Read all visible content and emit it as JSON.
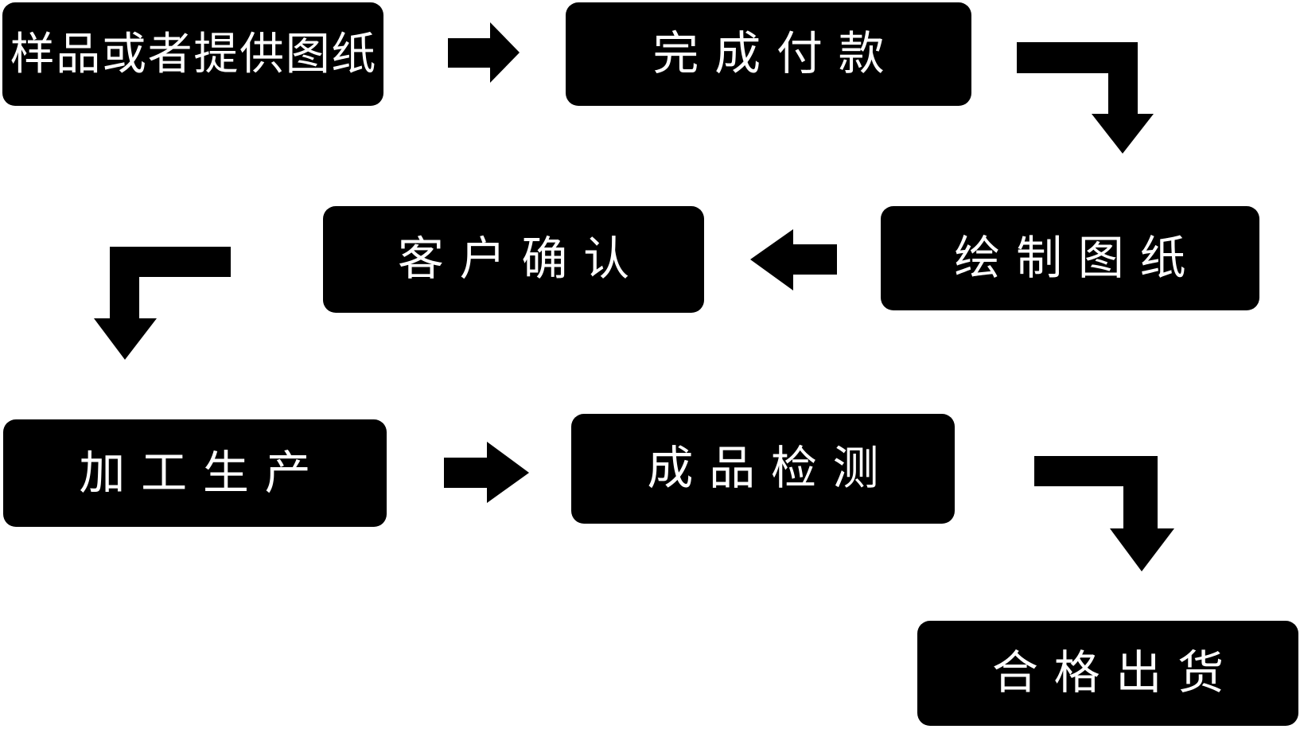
{
  "diagram": {
    "type": "flowchart",
    "background_color": "#ffffff",
    "node_color": "#000000",
    "node_text_color": "#ffffff",
    "arrow_color": "#000000",
    "nodes": [
      {
        "id": "sample-or-provide-drawings",
        "label": "样品或者提供图纸"
      },
      {
        "id": "complete-payment",
        "label": "完成付款"
      },
      {
        "id": "draw-drawings",
        "label": "绘制图纸"
      },
      {
        "id": "customer-confirmation",
        "label": "客户确认"
      },
      {
        "id": "processing-production",
        "label": "加工生产"
      },
      {
        "id": "finished-product-inspection",
        "label": "成品检测"
      },
      {
        "id": "qualified-shipment",
        "label": "合格出货"
      }
    ],
    "connections": [
      {
        "from": "sample-or-provide-drawings",
        "to": "complete-payment",
        "shape": "straight-right"
      },
      {
        "from": "complete-payment",
        "to": "draw-drawings",
        "shape": "elbow-right-down"
      },
      {
        "from": "draw-drawings",
        "to": "customer-confirmation",
        "shape": "straight-left"
      },
      {
        "from": "customer-confirmation",
        "to": "processing-production",
        "shape": "elbow-left-down"
      },
      {
        "from": "processing-production",
        "to": "finished-product-inspection",
        "shape": "straight-right"
      },
      {
        "from": "finished-product-inspection",
        "to": "qualified-shipment",
        "shape": "elbow-right-down"
      }
    ]
  }
}
